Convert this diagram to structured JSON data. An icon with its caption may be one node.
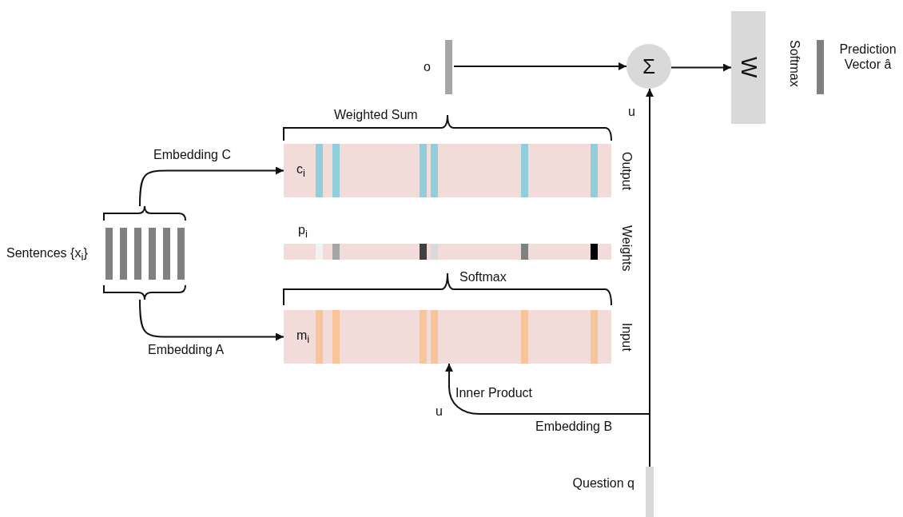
{
  "diagram": {
    "nodes": [
      {
        "text": [
          "Sentences {x$_{i}$}"
        ]
      },
      {
        "text": [
          "c$_{i}$",
          "Output"
        ]
      },
      {
        "text": [
          "p$_{i}$",
          "Weights"
        ]
      },
      {
        "text": [
          "m$_{i}$",
          "Input"
        ]
      },
      {
        "text": [
          "o"
        ]
      },
      {
        "text": [
          "Σ"
        ]
      },
      {
        "text": [
          "W"
        ]
      },
      {
        "text": [
          "Prediction Vector â"
        ]
      },
      {
        "text": [
          "Question q"
        ]
      }
    ],
    "edges": [
      {
        "from": 0,
        "to": 1,
        "arrow": "to",
        "label": "Embedding C"
      },
      {
        "from": 0,
        "to": 3,
        "arrow": "to",
        "label": "Embedding A"
      },
      {
        "from": 4,
        "to": 5,
        "arrow": "to"
      },
      {
        "from": 5,
        "to": 6,
        "arrow": "to"
      },
      {
        "from": 8,
        "to": 5,
        "arrow": "to",
        "label": "u"
      },
      {
        "from": 8,
        "to": 3,
        "arrow": "to",
        "label": "Embedding B"
      }
    ],
    "labels": [
      "Softmax",
      "Weighted Sum",
      "Softmax",
      "Inner Product",
      "u"
    ]
  }
}
